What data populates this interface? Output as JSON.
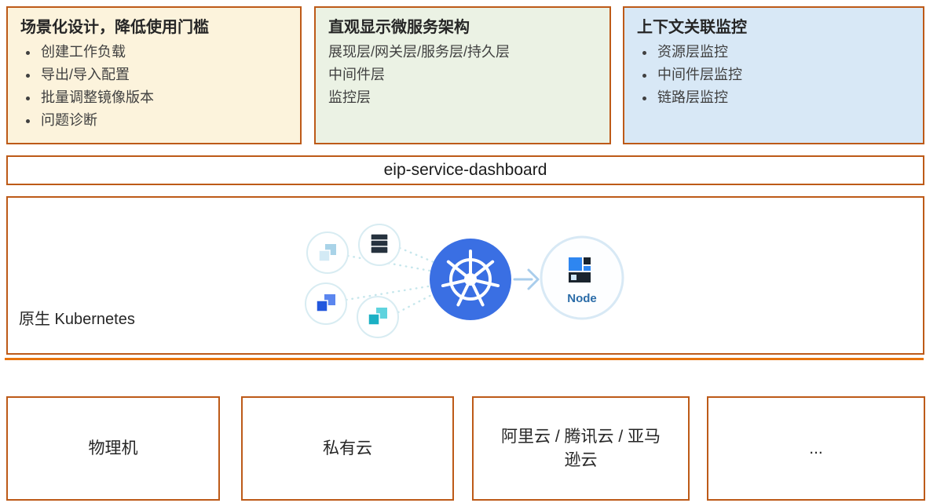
{
  "top_boxes": [
    {
      "title": "场景化设计，降低使用门槛",
      "items": [
        "创建工作负载",
        "导出/导入配置",
        "批量调整镜像版本",
        "问题诊断"
      ]
    },
    {
      "title": "直观显示微服务架构",
      "items": [
        "展现层/网关层/服务层/持久层",
        "中间件层",
        "监控层"
      ]
    },
    {
      "title": "上下文关联监控",
      "items": [
        "资源层监控",
        "中间件层监控",
        "链路层监控"
      ]
    }
  ],
  "dashboard": {
    "label": "eip-service-dashboard"
  },
  "kubernetes": {
    "label": "原生 Kubernetes",
    "node_label": "Node"
  },
  "bottom_boxes": [
    {
      "label": "物理机"
    },
    {
      "label": "私有云"
    },
    {
      "label": "阿里云 / 腾讯云 / 亚马逊云"
    },
    {
      "label": "..."
    }
  ],
  "colors": {
    "box_border": "#bd5a18",
    "divider": "#e8730d",
    "scenario_bg": "#fcf3dc",
    "services_bg": "#ebf2e4",
    "monitor_bg": "#d8e8f6",
    "kubernetes_blue": "#3a6fe3",
    "node_text": "#2b6ca8"
  }
}
